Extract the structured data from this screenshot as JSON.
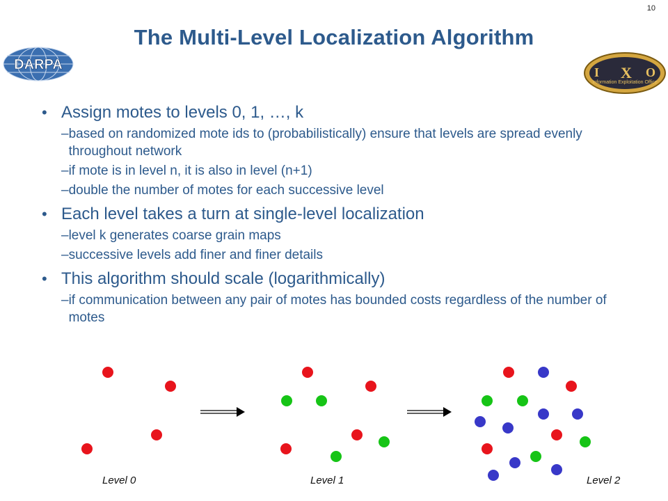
{
  "page_number": "10",
  "title": "The Multi-Level Localization Algorithm",
  "logos": {
    "left_text": "DARPA",
    "right_text": "Information Exploitation Office",
    "right_letters": [
      "I",
      "X",
      "O"
    ]
  },
  "bullets": [
    {
      "text": "Assign motes to levels 0, 1, …, k",
      "subs": [
        "based on randomized mote ids to (probabilistically) ensure that levels are spread evenly throughout network",
        "if mote is in level n, it is also in level (n+1)",
        "double the number of motes for each successive level"
      ]
    },
    {
      "text": "Each level takes a turn at single-level localization",
      "subs": [
        "level k generates coarse grain maps",
        "successive levels add finer and finer details"
      ]
    },
    {
      "text": "This algorithm should scale (logarithmically)",
      "subs": [
        "if communication between any pair of motes has bounded costs regardless of the number of motes"
      ]
    }
  ],
  "levels": [
    "Level 0",
    "Level 1",
    "Level 2"
  ],
  "colors": {
    "title": "#2d5a8c",
    "level0": "#e8141c",
    "level1": "#16c416",
    "level2": "#3838c8"
  }
}
